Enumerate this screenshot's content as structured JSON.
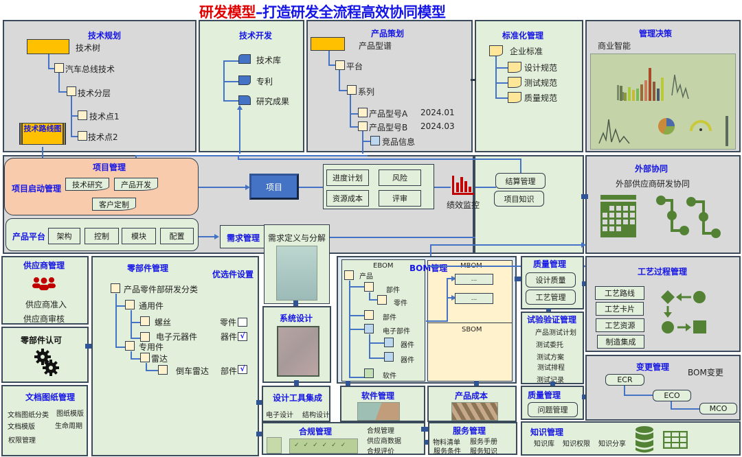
{
  "title": {
    "red": "研发模型",
    "blue": "–打造研发全流程高效协同模型"
  },
  "tech_planning": {
    "title": "技术规划",
    "tree": [
      "技术树",
      "汽车总线技术",
      "技术分层",
      "技术点1",
      "技术点2"
    ],
    "roadmap": "技术路线图"
  },
  "tech_dev": {
    "title": "技术开发",
    "items": [
      "技术库",
      "专利",
      "研究成果"
    ]
  },
  "product_planning": {
    "title": "产品策划",
    "root": "产品型谱",
    "platform": "平台",
    "series": "系列",
    "models": [
      {
        "name": "产品型号A",
        "date": "2024.01"
      },
      {
        "name": "产品型号B",
        "date": "2024.03"
      }
    ],
    "competitor": "竞品信息"
  },
  "standardization": {
    "title": "标准化管理",
    "root": "企业标准",
    "items": [
      "设计规范",
      "测试规范",
      "质量规范"
    ]
  },
  "decision": {
    "title": "管理决策",
    "subtitle": "商业智能"
  },
  "project_mgmt": {
    "title": "项目管理",
    "startup": "项目启动管理",
    "types": [
      "技术研究",
      "产品开发",
      "客户定制"
    ],
    "project": "项目",
    "grid": [
      "进度计划",
      "风险",
      "资源成本",
      "评审"
    ],
    "kpi": "绩效监控",
    "extra": [
      "结算管理",
      "项目知识"
    ]
  },
  "product_platform": {
    "title": "产品平台",
    "items": [
      "架构",
      "控制",
      "模块",
      "配置"
    ]
  },
  "requirements": {
    "title": "需求管理",
    "sub": "需求定义与分解"
  },
  "external": {
    "title": "外部协同",
    "subtitle": "外部供应商研发协同"
  },
  "supplier": {
    "title": "供应商管理",
    "items": [
      "供应商准入",
      "供应商审核"
    ]
  },
  "part_approval": {
    "title": "零部件认可"
  },
  "docs": {
    "title": "文档图纸管理",
    "items": [
      "文档图纸分类",
      "图纸模版",
      "文档模版",
      "生命周期",
      "权限管理"
    ]
  },
  "parts": {
    "title": "零部件管理",
    "preferred_title": "优选件设置",
    "tree": [
      "产品零件部研发分类",
      "通用件",
      "螺丝",
      "电子元器件",
      "专用件",
      "雷达",
      "倒车雷达"
    ],
    "preferred": [
      {
        "label": "零件",
        "checked": ""
      },
      {
        "label": "器件",
        "checked": "√"
      },
      {
        "label": "部件",
        "checked": "√"
      }
    ]
  },
  "system_design": {
    "title": "系统设计"
  },
  "bom": {
    "title": "BOM管理",
    "ebom": "EBOM",
    "ebom_tree": [
      "产品",
      "部件",
      "零件",
      "部件",
      "电子部件",
      "器件",
      "器件",
      "软件"
    ],
    "mbom": "MBOM",
    "mbom_items": [
      "...",
      "..."
    ],
    "sbom": "SBOM"
  },
  "quality1": {
    "title": "质量管理",
    "items": [
      "设计质量",
      "工艺管理"
    ]
  },
  "test": {
    "title": "试验验证管理",
    "items": [
      "产品测试计划",
      "测试委托",
      "测试方案",
      "测试排程",
      "测试记录"
    ]
  },
  "quality2": {
    "title": "质量管理",
    "items": [
      "问题管理"
    ]
  },
  "process": {
    "title": "工艺过程管理",
    "items": [
      "工艺路线",
      "工艺卡片",
      "工艺资源",
      "制造集成"
    ]
  },
  "change": {
    "title": "变更管理",
    "subtitle": "BOM变更",
    "items": [
      "ECR",
      "ECO",
      "MCO"
    ]
  },
  "design_tools": {
    "title": "设计工具集成",
    "items": [
      "电子设计",
      "结构设计"
    ]
  },
  "software": {
    "title": "软件管理"
  },
  "cost": {
    "title": "产品成本"
  },
  "compliance": {
    "title": "合规管理",
    "items": [
      "合规管理",
      "供应商数据",
      "合规评价"
    ]
  },
  "service": {
    "title": "服务管理",
    "items": [
      "物料清单",
      "服务手册",
      "服务条件",
      "服务知识"
    ]
  },
  "knowledge": {
    "title": "知识管理",
    "items": [
      "知识库",
      "知识权限",
      "知识分享"
    ]
  },
  "colors": {
    "title_red": "#e00000",
    "title_blue": "#1515e6",
    "accent_blue": "#4472c4",
    "icon_green": "#548235",
    "kpi_red": "#c00000"
  }
}
